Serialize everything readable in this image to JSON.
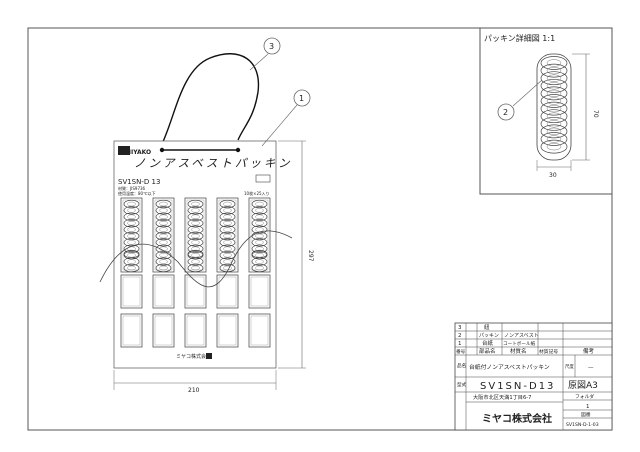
{
  "detail": {
    "title": "パッキン詳細図 1:1",
    "height_dim": "70",
    "width_dim": "30",
    "balloon": "2"
  },
  "card": {
    "logo": "MIYAKO",
    "heading": "ノンアスベストパッキン",
    "model": "SV1SN-D  13",
    "spec_line1": "材質：JIS9736",
    "spec_line2": "使用温度：80℃以下",
    "qty": "10枚×25入り",
    "footer": "ミヤコ株式会社",
    "footer_mark": "M"
  },
  "balloons": {
    "b1": "1",
    "b3": "3"
  },
  "dims": {
    "card_width": "210",
    "card_height": "297"
  },
  "title_block": {
    "parts": [
      {
        "no": "3",
        "name": "紐",
        "material": ""
      },
      {
        "no": "2",
        "name": "パッキン",
        "material": "ノンアスベスト"
      },
      {
        "no": "1",
        "name": "台紙",
        "material": "コートボール紙"
      }
    ],
    "headers": {
      "no": "番号",
      "name": "部品名",
      "material": "材質名",
      "symbol": "材質記号",
      "note": "備考"
    },
    "product_label": "品名",
    "product_name": "台紙付ノンアスベストパッキン",
    "scale_label": "尺度",
    "scale_value": "—",
    "model_label": "型式",
    "model_value": "SV1SN-D13",
    "original_label": "原図A3",
    "folder_label": "フォルダ",
    "folder_value": "1",
    "drawing_no_label": "図番",
    "address": "大阪市北区天満1丁目6-7",
    "company": "ミヤコ株式会社",
    "drawing_no": "SV1SN-D-1-03"
  }
}
